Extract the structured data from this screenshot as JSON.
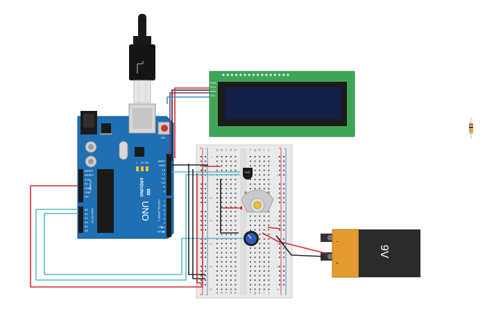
{
  "app": {
    "title": "Arduino circuit simulation"
  },
  "arduino": {
    "brand_logo": "ARDUINO",
    "model": "UNO",
    "header_labels": [
      "AREF",
      "GND",
      "13",
      "12",
      "~11",
      "~10",
      "~9",
      "8"
    ],
    "lower_labels": [
      "7",
      "~6",
      "~5",
      "4",
      "~3",
      "2",
      "TX▶1",
      "RX◀0"
    ],
    "power_labels": [
      "IOREF",
      "RESET",
      "3.3V",
      "5V",
      "GND",
      "GND",
      "Vin"
    ],
    "power_section": "POWER",
    "analog_section": "ANALOG IN",
    "digital_section": "DIGITAL (PWM~)",
    "analog_labels": [
      "A0",
      "A1",
      "A2",
      "A3",
      "A4",
      "A5"
    ],
    "led_labels": [
      "L",
      "TX",
      "RX"
    ],
    "on_label": "ON"
  },
  "lcd": {
    "pin_labels": [
      "GND",
      "VCC",
      "SDA",
      "SCL"
    ]
  },
  "breadboard": {
    "col_letters_left": [
      "a",
      "b",
      "c",
      "d",
      "e"
    ],
    "col_letters_right": [
      "f",
      "g",
      "h",
      "i",
      "j"
    ],
    "rail_plus": "+",
    "rail_minus": "−",
    "row_numbers": [
      "1",
      "5",
      "10",
      "15",
      "20",
      "25",
      "30"
    ]
  },
  "sensor": {
    "label": "TMP"
  },
  "battery": {
    "label": "9V",
    "minus": "−",
    "plus": "+"
  },
  "colors": {
    "arduino_board": "#1e6fb3",
    "lcd_board": "#3fa556",
    "lcd_screen": "#14204a",
    "battery_body": "#2b2b2b",
    "battery_cap": "#e49a2f",
    "wire_red": "#d9252a",
    "wire_black": "#222222",
    "wire_cyan": "#59b9c7",
    "wire_purple": "#7b2f8c"
  }
}
